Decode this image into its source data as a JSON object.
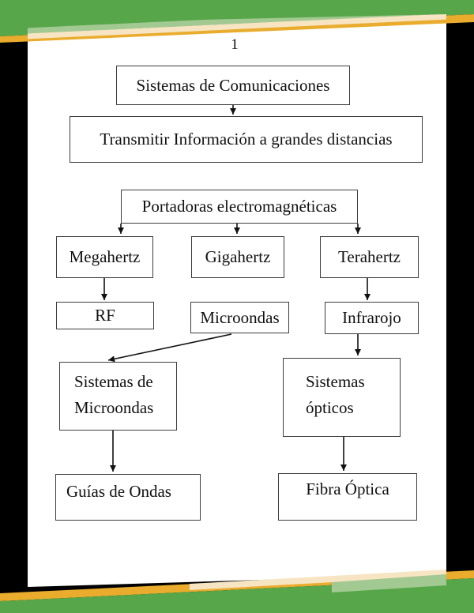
{
  "page": {
    "number": "1"
  },
  "colors": {
    "background": "#000000",
    "band_green": "#58a64a",
    "band_orange": "#e9ac2c",
    "band_cream": "#f7e4c3",
    "band_light_green": "#a3c993",
    "page_white": "#ffffff",
    "box_border": "#3d3d3d",
    "text": "#111111"
  },
  "diagram": {
    "nodes": [
      {
        "id": "sistemas-comunicaciones",
        "label": "Sistemas de Comunicaciones"
      },
      {
        "id": "transmitir",
        "label": "Transmitir Información a grandes distancias"
      },
      {
        "id": "portadoras",
        "label": "Portadoras electromagnéticas"
      },
      {
        "id": "megahertz",
        "label": "Megahertz"
      },
      {
        "id": "gigahertz",
        "label": "Gigahertz"
      },
      {
        "id": "terahertz",
        "label": "Terahertz"
      },
      {
        "id": "rf",
        "label": "RF"
      },
      {
        "id": "microondas",
        "label": "Microondas"
      },
      {
        "id": "infrarojo",
        "label": "Infrarojo"
      },
      {
        "id": "sistemas-microondas",
        "label": "Sistemas de\nMicroondas"
      },
      {
        "id": "sistemas-opticos",
        "label": "Sistemas\nópticos"
      },
      {
        "id": "guias-ondas",
        "label": "Guías de Ondas"
      },
      {
        "id": "fibra-optica",
        "label": "Fibra Óptica"
      }
    ]
  }
}
